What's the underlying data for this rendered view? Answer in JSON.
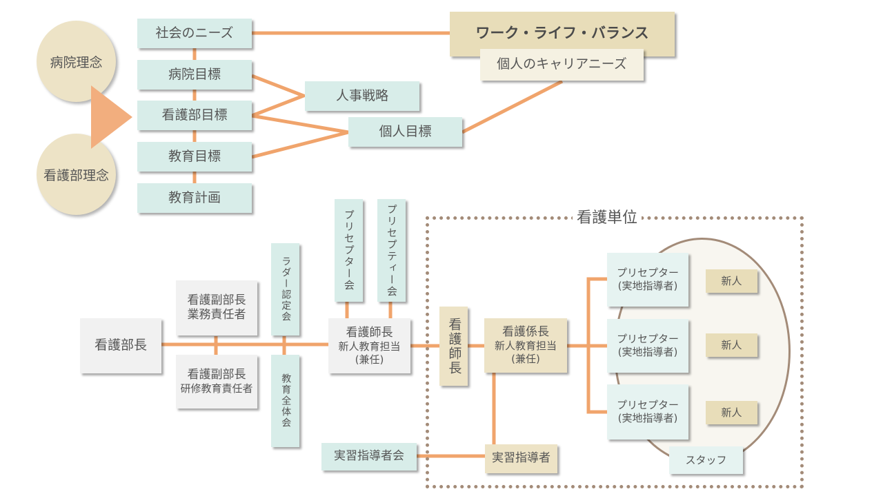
{
  "top": {
    "philosophy": [
      {
        "label": "病院理念"
      },
      {
        "label": "看護部理念"
      }
    ],
    "goals": [
      {
        "label": "社会のニーズ"
      },
      {
        "label": "病院目標"
      },
      {
        "label": "看護部目標"
      },
      {
        "label": "教育目標"
      },
      {
        "label": "教育計画"
      }
    ],
    "hr_strategy": "人事戦略",
    "personal_goal": "個人目標",
    "work_life_balance": "ワーク・ライフ・バランス",
    "career_needs": "個人のキャリアニーズ"
  },
  "org": {
    "director": "看護部長",
    "deputy_business": [
      "看護副部長",
      "業務責任者"
    ],
    "deputy_training": [
      "看護副部長",
      "研修教育責任者"
    ],
    "ladder_committee": "ラダー認定会",
    "education_meeting": "教育全体会",
    "preceptor_meeting": "プリセプター会",
    "preceptee_meeting": "プリセプティー会",
    "head_nurse": [
      "看護師長",
      "新人教育担当",
      "(兼任)"
    ],
    "unit_title": "看護単位",
    "unit_head_nurse": "看護師長",
    "chief_nurse": [
      "看護係長",
      "新人教育担当",
      "(兼任)"
    ],
    "preceptors": [
      {
        "line1": "プリセプター",
        "line2": "(実地指導者)",
        "newcomer": "新人"
      },
      {
        "line1": "プリセプター",
        "line2": "(実地指導者)",
        "newcomer": "新人"
      },
      {
        "line1": "プリセプター",
        "line2": "(実地指導者)",
        "newcomer": "新人"
      }
    ],
    "staff": "スタッフ",
    "clinical_instructor_meeting": "実習指導者会",
    "clinical_instructor": "実習指導者"
  },
  "colors": {
    "connector": "#f0a46c",
    "teal_box": "#d8ede9",
    "tan_box": "#ede3c6",
    "frame": "#a38b78"
  }
}
